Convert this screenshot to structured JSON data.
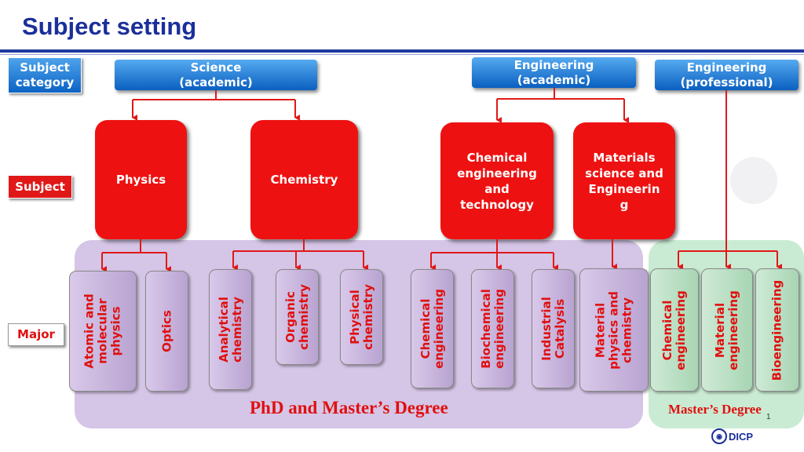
{
  "title": "Subject setting",
  "row_labels": {
    "category": "Subject\ncategory",
    "subject": "Subject",
    "major": "Major"
  },
  "categories": [
    {
      "label": "Science\n(academic)"
    },
    {
      "label": "Engineering\n(academic)"
    },
    {
      "label": "Engineering\n(professional)"
    }
  ],
  "subjects": [
    {
      "label": "Physics"
    },
    {
      "label": "Chemistry"
    },
    {
      "label": "Chemical\nengineering\nand\ntechnology"
    },
    {
      "label": "Materials\nscience and\nEngineerin\ng"
    }
  ],
  "majors": [
    {
      "label": "Atomic and\nmolecular\nphysics"
    },
    {
      "label": "Optics"
    },
    {
      "label": "Analytical\nchemistry"
    },
    {
      "label": "Organic\nchemistry"
    },
    {
      "label": "Physical\nchemistry"
    },
    {
      "label": "Chemical\nengineering"
    },
    {
      "label": "Biochemical\nengineering"
    },
    {
      "label": "Industrial\nCatalysis"
    },
    {
      "label": "Material\nphysics and\nchemistry"
    },
    {
      "label": "Chemical\nengineering"
    },
    {
      "label": "Material\nengineering"
    },
    {
      "label": "Bioengineering"
    }
  ],
  "degrees": {
    "phd_master": "PhD and Master’s Degree",
    "master": "Master’s Degree"
  },
  "slide_number": "1",
  "logo_text": "DICP",
  "colors": {
    "title": "#1a2f9a",
    "red": "#e01010",
    "category_blue": "#0b63c4",
    "phd_panel": "#d9c9ea",
    "master_panel": "#c8ebd2"
  }
}
